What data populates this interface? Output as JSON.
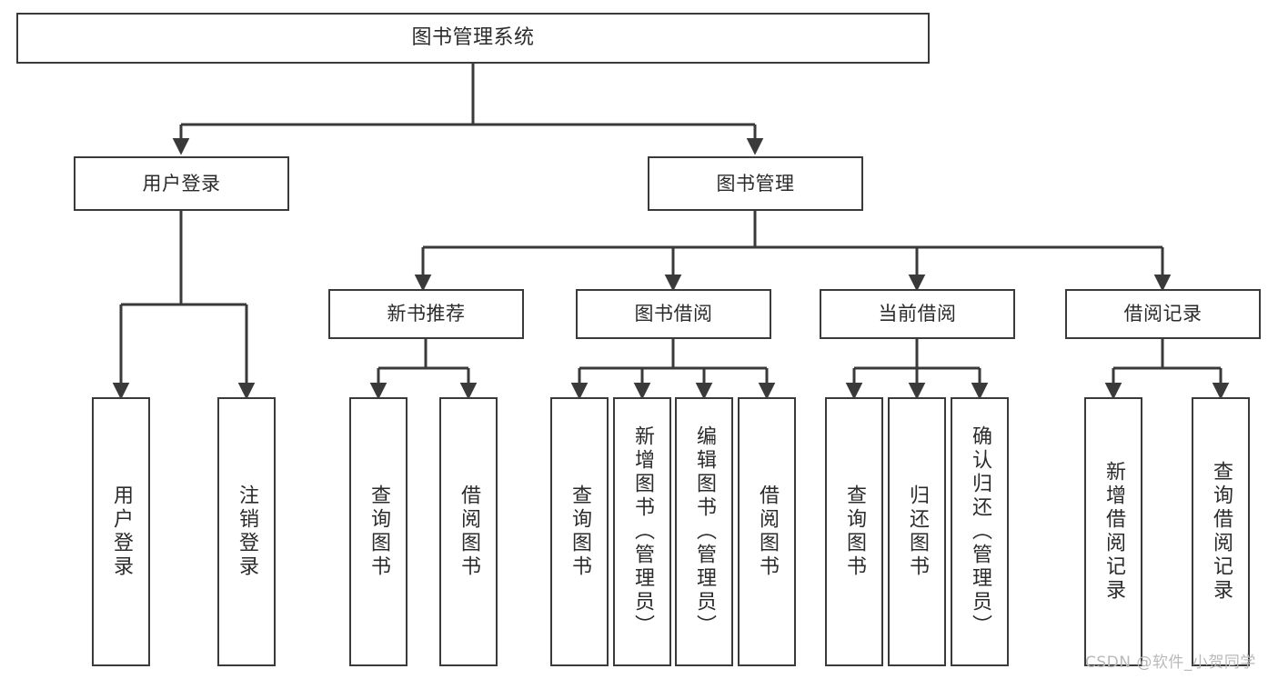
{
  "diagram": {
    "type": "tree",
    "title": "图书管理系统",
    "root": {
      "label": "图书管理系统"
    },
    "level1": [
      {
        "label": "用户登录"
      },
      {
        "label": "图书管理"
      }
    ],
    "level2": [
      {
        "label": "新书推荐",
        "parent": "图书管理"
      },
      {
        "label": "图书借阅",
        "parent": "图书管理"
      },
      {
        "label": "当前借阅",
        "parent": "图书管理"
      },
      {
        "label": "借阅记录",
        "parent": "图书管理"
      }
    ],
    "leaves": {
      "user_login": [
        {
          "label": "用户登录"
        },
        {
          "label": "注销登录"
        }
      ],
      "new_book": [
        {
          "label": "查询图书"
        },
        {
          "label": "借阅图书"
        }
      ],
      "book_borrow": [
        {
          "label": "查询图书"
        },
        {
          "label": "新增图书（管理员）"
        },
        {
          "label": "编辑图书（管理员）"
        },
        {
          "label": "借阅图书"
        }
      ],
      "current_borrow": [
        {
          "label": "查询图书"
        },
        {
          "label": "归还图书"
        },
        {
          "label": "确认归还（管理员）"
        }
      ],
      "borrow_record": [
        {
          "label": "新增借阅记录"
        },
        {
          "label": "查询借阅记录"
        }
      ]
    }
  },
  "watermark": {
    "text": "CSDN @软件_小贺同学"
  },
  "colors": {
    "box_border": "#3a3a3a",
    "box_fill": "#ffffff",
    "line": "#3a3a3a",
    "text": "#2b2b2b",
    "watermark": "#b9b9b9",
    "background": "#ffffff"
  }
}
